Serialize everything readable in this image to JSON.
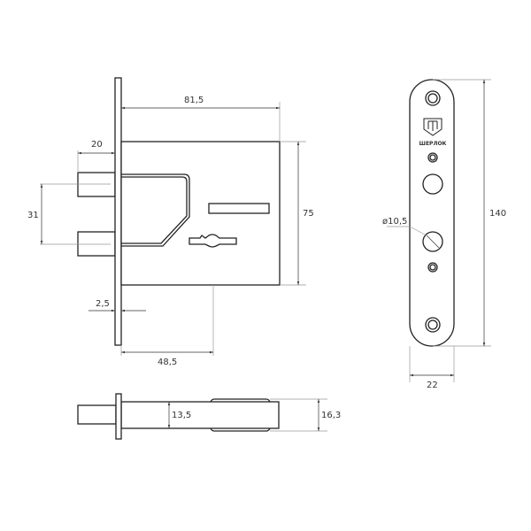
{
  "title": "Lock technical drawing",
  "brand": "ШЕРЛОК",
  "dimensions": {
    "width_body": "81,5",
    "bolt_length": "20",
    "bolt_spacing": "31",
    "body_height": "75",
    "plate_thickness": "2,5",
    "backset": "48,5",
    "body_thickness": "13,5",
    "total_thickness": "16,3",
    "hole_diameter": "ø10,5",
    "strike_length": "140",
    "strike_width": "22"
  },
  "colors": {
    "line": "#222222",
    "dimension": "#999999"
  }
}
